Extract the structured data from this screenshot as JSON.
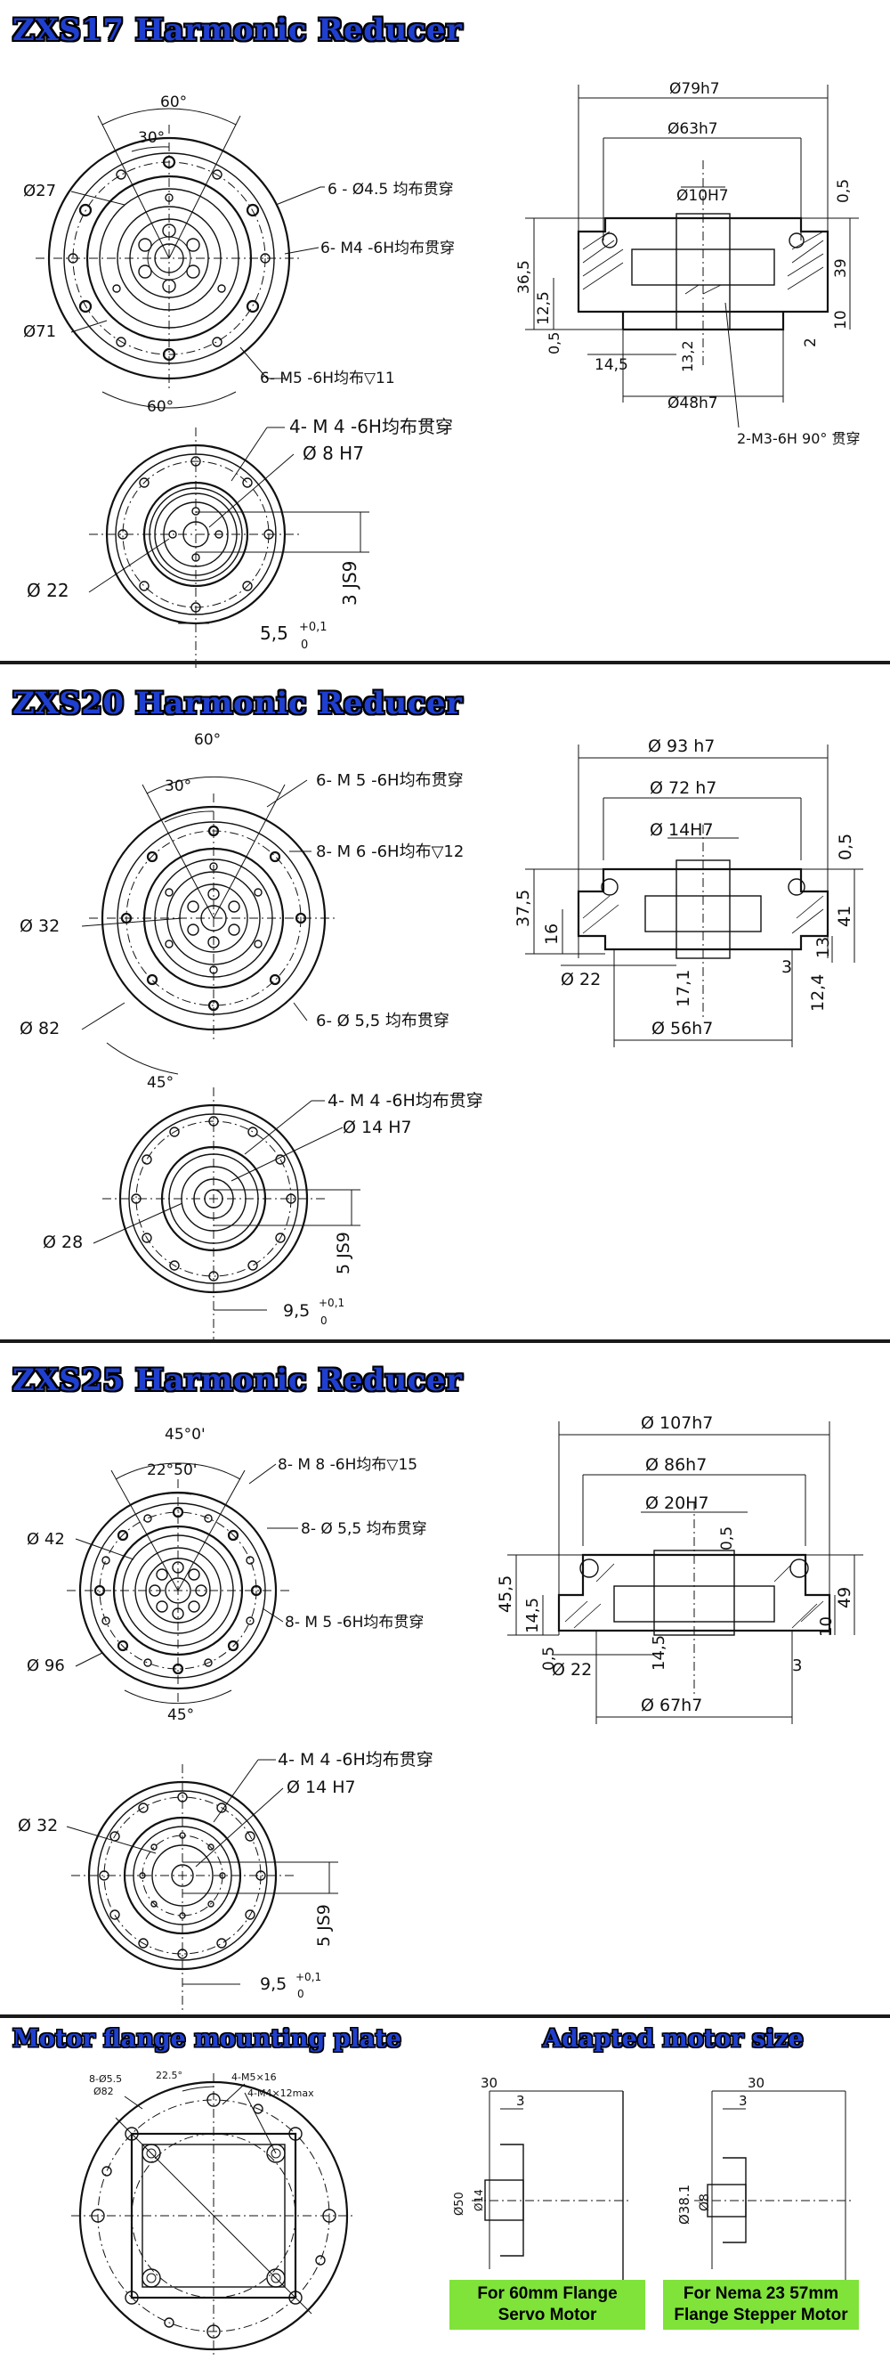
{
  "zxs17": {
    "title": "ZXS17 Harmonic Reducer",
    "front": {
      "angle_outer": "60°",
      "angle_inner": "30°",
      "angle_bottom": "60°",
      "d_left_top": "Ø27",
      "d_left_bottom": "Ø71",
      "hole_1": "6 - Ø4.5 均布贯穿",
      "hole_2": "6- M4 -6H均布贯穿",
      "hole_3": "6- M5 -6H均布▽11"
    },
    "side": {
      "d_outer": "Ø79h7",
      "d_mid": "Ø63h7",
      "d_bore": "Ø10H7",
      "d_bottom": "Ø48h7",
      "h_total": "36,5",
      "h_left": "12,5",
      "h_right": "39",
      "h_small": "10",
      "gap_top": "0,5",
      "gap_left": "0,5",
      "w_left": "14,5",
      "h_center": "13,2",
      "w_right": "2",
      "thread": "2-M3-6H 90° 贯穿"
    },
    "rear": {
      "hole": "4-  M  4  -6H均布贯穿",
      "bore": "Ø  8  H7",
      "d_left": "Ø  22",
      "key": "3  JS9",
      "offset": "5,5",
      "tol_up": "+0,1",
      "tol_down": "0"
    }
  },
  "zxs20": {
    "title": "ZXS20 Harmonic Reducer",
    "front": {
      "angle_outer": "60°",
      "angle_inner": "30°",
      "angle_bottom": "45°",
      "d_left_top": "Ø 32",
      "d_left_bottom": "Ø 82",
      "hole_1": "6- M 5 -6H均布贯穿",
      "hole_2": "8- M 6 -6H均布▽12",
      "hole_3": "6- Ø 5,5 均布贯穿"
    },
    "side": {
      "d_outer": "Ø 93 h7",
      "d_mid": "Ø 72 h7",
      "d_bore": "Ø 14H7",
      "d_bottom": "Ø 56h7",
      "d_left": "Ø 22",
      "h_total": "37,5",
      "h_left": "16",
      "h_right": "41",
      "h_small": "13",
      "gap_top": "0,5",
      "h_center": "17,1",
      "w_right": "3",
      "h_bottom": "12,4"
    },
    "rear": {
      "hole": "4- M 4 -6H均布贯穿",
      "bore": "Ø  14 H7",
      "d_left": "Ø 28",
      "key": "5 JS9",
      "offset": "9,5",
      "tol_up": "+0,1",
      "tol_down": "0"
    }
  },
  "zxs25": {
    "title": "ZXS25 Harmonic Reducer",
    "front": {
      "angle_outer": "45°0'",
      "angle_inner": "22°50'",
      "angle_bottom": "45°",
      "d_left_top": "Ø 42",
      "d_left_bottom": "Ø 96",
      "hole_1": "8- M 8 -6H均布▽15",
      "hole_2": "8-  Ø 5,5  均布贯穿",
      "hole_3": "8- M 5 -6H均布贯穿"
    },
    "side": {
      "d_outer": "Ø 107h7",
      "d_mid": "Ø 86h7",
      "d_bore": "Ø 20H7",
      "d_bottom": "Ø 67h7",
      "d_left": "Ø 22",
      "h_total": "45,5",
      "h_left": "14,5",
      "h_right": "49",
      "h_small": "10",
      "gap_top": "0,5",
      "gap_left": "0,5",
      "h_center": "14,5",
      "w_right": "3"
    },
    "rear": {
      "hole": "4-  M  4  -6H均布贯穿",
      "bore": "Ø  14 H7",
      "d_left": "Ø  32",
      "key": "5 JS9",
      "offset": "9,5",
      "tol_up": "+0,1",
      "tol_down": "0"
    }
  },
  "flange": {
    "title": "Motor flange mounting plate",
    "hole_a": "8-Ø5.5",
    "d_circle": "Ø82",
    "angle": "22.5°",
    "hole_b": "4-M5×16",
    "hole_c": "4-M4×12max"
  },
  "motor": {
    "title": "Adapted motor size",
    "servo": {
      "len": "30",
      "step": "3",
      "d_flange": "Ø50",
      "d_shaft": "Ø14",
      "label_line1": "For 60mm Flange",
      "label_line2": "Servo Motor"
    },
    "stepper": {
      "len": "30",
      "step": "3",
      "d_flange": "Ø38.1",
      "d_shaft": "Ø8",
      "label_line1": "For Nema 23 57mm",
      "label_line2": "Flange Stepper Motor"
    }
  }
}
